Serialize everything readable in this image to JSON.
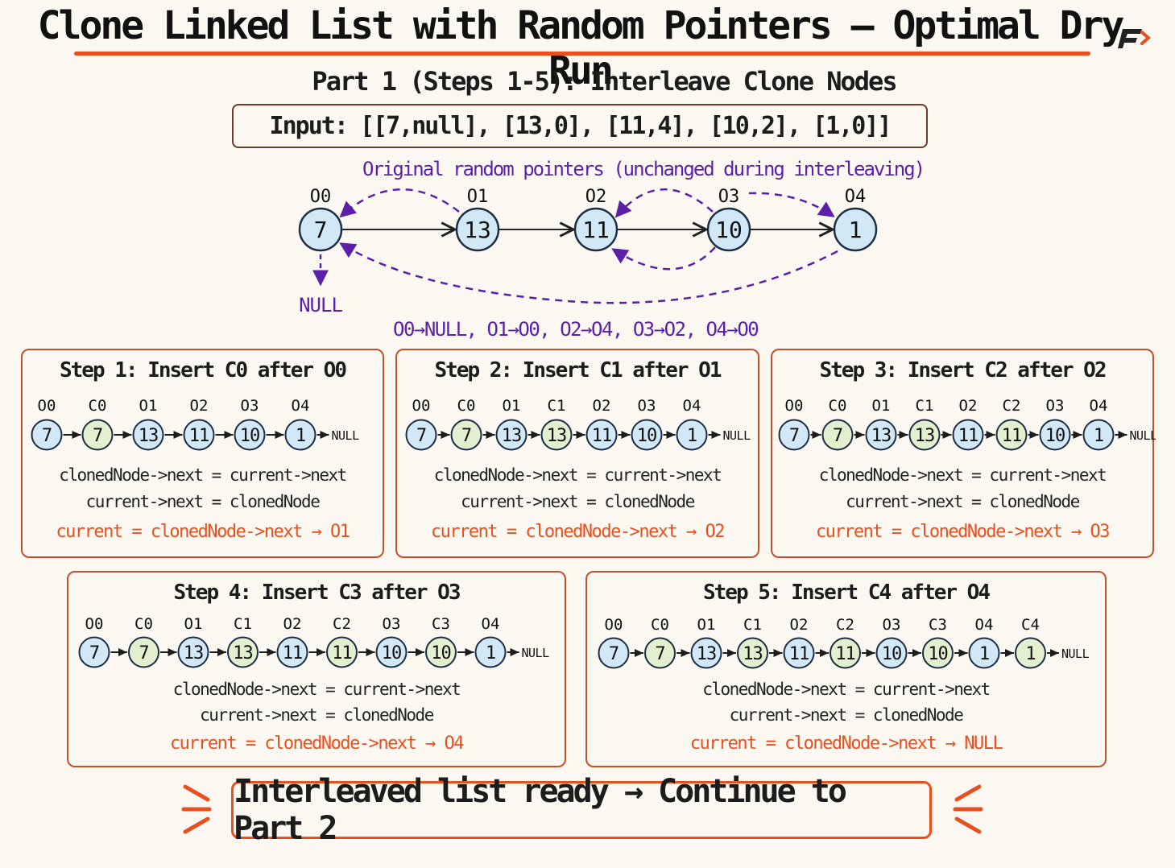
{
  "title": "Clone Linked List with Random Pointers – Optimal Dry Run",
  "subtitle": "Part 1 (Steps 1-5): Interleave Clone Nodes",
  "input_text": "Input: [[7,null], [13,0], [11,4], [10,2], [1,0]]",
  "original_caption": "Original random pointers (unchanged during interleaving)",
  "null_label": "NULL",
  "random_summary": "O0→NULL, O1→O0, O2→O4, O3→O2, O4→O0",
  "original_nodes": [
    {
      "label": "O0",
      "value": "7"
    },
    {
      "label": "O1",
      "value": "13"
    },
    {
      "label": "O2",
      "value": "11"
    },
    {
      "label": "O3",
      "value": "10"
    },
    {
      "label": "O4",
      "value": "1"
    }
  ],
  "code_lines": {
    "line1": "clonedNode->next = current->next",
    "line2": "current->next = clonedNode"
  },
  "steps": [
    {
      "title": "Step 1: Insert C0 after O0",
      "nodes": [
        {
          "label": "O0",
          "value": "7",
          "clone": false
        },
        {
          "label": "C0",
          "value": "7",
          "clone": true
        },
        {
          "label": "O1",
          "value": "13",
          "clone": false
        },
        {
          "label": "O2",
          "value": "11",
          "clone": false
        },
        {
          "label": "O3",
          "value": "10",
          "clone": false
        },
        {
          "label": "O4",
          "value": "1",
          "clone": false
        }
      ],
      "tail": "NULL",
      "current": "current = clonedNode->next → O1"
    },
    {
      "title": "Step 2: Insert C1 after O1",
      "nodes": [
        {
          "label": "O0",
          "value": "7",
          "clone": false
        },
        {
          "label": "C0",
          "value": "7",
          "clone": true
        },
        {
          "label": "O1",
          "value": "13",
          "clone": false
        },
        {
          "label": "C1",
          "value": "13",
          "clone": true
        },
        {
          "label": "O2",
          "value": "11",
          "clone": false
        },
        {
          "label": "O3",
          "value": "10",
          "clone": false
        },
        {
          "label": "O4",
          "value": "1",
          "clone": false
        }
      ],
      "tail": "NULL",
      "current": "current = clonedNode->next → O2"
    },
    {
      "title": "Step 3: Insert C2 after O2",
      "nodes": [
        {
          "label": "O0",
          "value": "7",
          "clone": false
        },
        {
          "label": "C0",
          "value": "7",
          "clone": true
        },
        {
          "label": "O1",
          "value": "13",
          "clone": false
        },
        {
          "label": "C1",
          "value": "13",
          "clone": true
        },
        {
          "label": "O2",
          "value": "11",
          "clone": false
        },
        {
          "label": "C2",
          "value": "11",
          "clone": true
        },
        {
          "label": "O3",
          "value": "10",
          "clone": false
        },
        {
          "label": "O4",
          "value": "1",
          "clone": false
        }
      ],
      "tail": "NULL",
      "current": "current = clonedNode->next → O3"
    },
    {
      "title": "Step 4: Insert C3 after O3",
      "nodes": [
        {
          "label": "O0",
          "value": "7",
          "clone": false
        },
        {
          "label": "C0",
          "value": "7",
          "clone": true
        },
        {
          "label": "O1",
          "value": "13",
          "clone": false
        },
        {
          "label": "C1",
          "value": "13",
          "clone": true
        },
        {
          "label": "O2",
          "value": "11",
          "clone": false
        },
        {
          "label": "C2",
          "value": "11",
          "clone": true
        },
        {
          "label": "O3",
          "value": "10",
          "clone": false
        },
        {
          "label": "C3",
          "value": "10",
          "clone": true
        },
        {
          "label": "O4",
          "value": "1",
          "clone": false
        }
      ],
      "tail": "NULL",
      "current": "current = clonedNode->next → O4"
    },
    {
      "title": "Step 5: Insert C4 after O4",
      "nodes": [
        {
          "label": "O0",
          "value": "7",
          "clone": false
        },
        {
          "label": "C0",
          "value": "7",
          "clone": true
        },
        {
          "label": "O1",
          "value": "13",
          "clone": false
        },
        {
          "label": "C1",
          "value": "13",
          "clone": true
        },
        {
          "label": "O2",
          "value": "11",
          "clone": false
        },
        {
          "label": "C2",
          "value": "11",
          "clone": true
        },
        {
          "label": "O3",
          "value": "10",
          "clone": false
        },
        {
          "label": "C3",
          "value": "10",
          "clone": true
        },
        {
          "label": "O4",
          "value": "1",
          "clone": false
        },
        {
          "label": "C4",
          "value": "1",
          "clone": true
        }
      ],
      "tail": "NULL",
      "current": "current = clonedNode->next → NULL"
    }
  ],
  "final_text": "Interleaved list ready → Continue to Part 2",
  "colors": {
    "accent": "#e8501f",
    "purple": "#5b1fa8",
    "original_fill": "#d3e8f7",
    "clone_fill": "#e3f0cf",
    "node_stroke": "#1d2d44",
    "step_border": "#c5502d"
  }
}
